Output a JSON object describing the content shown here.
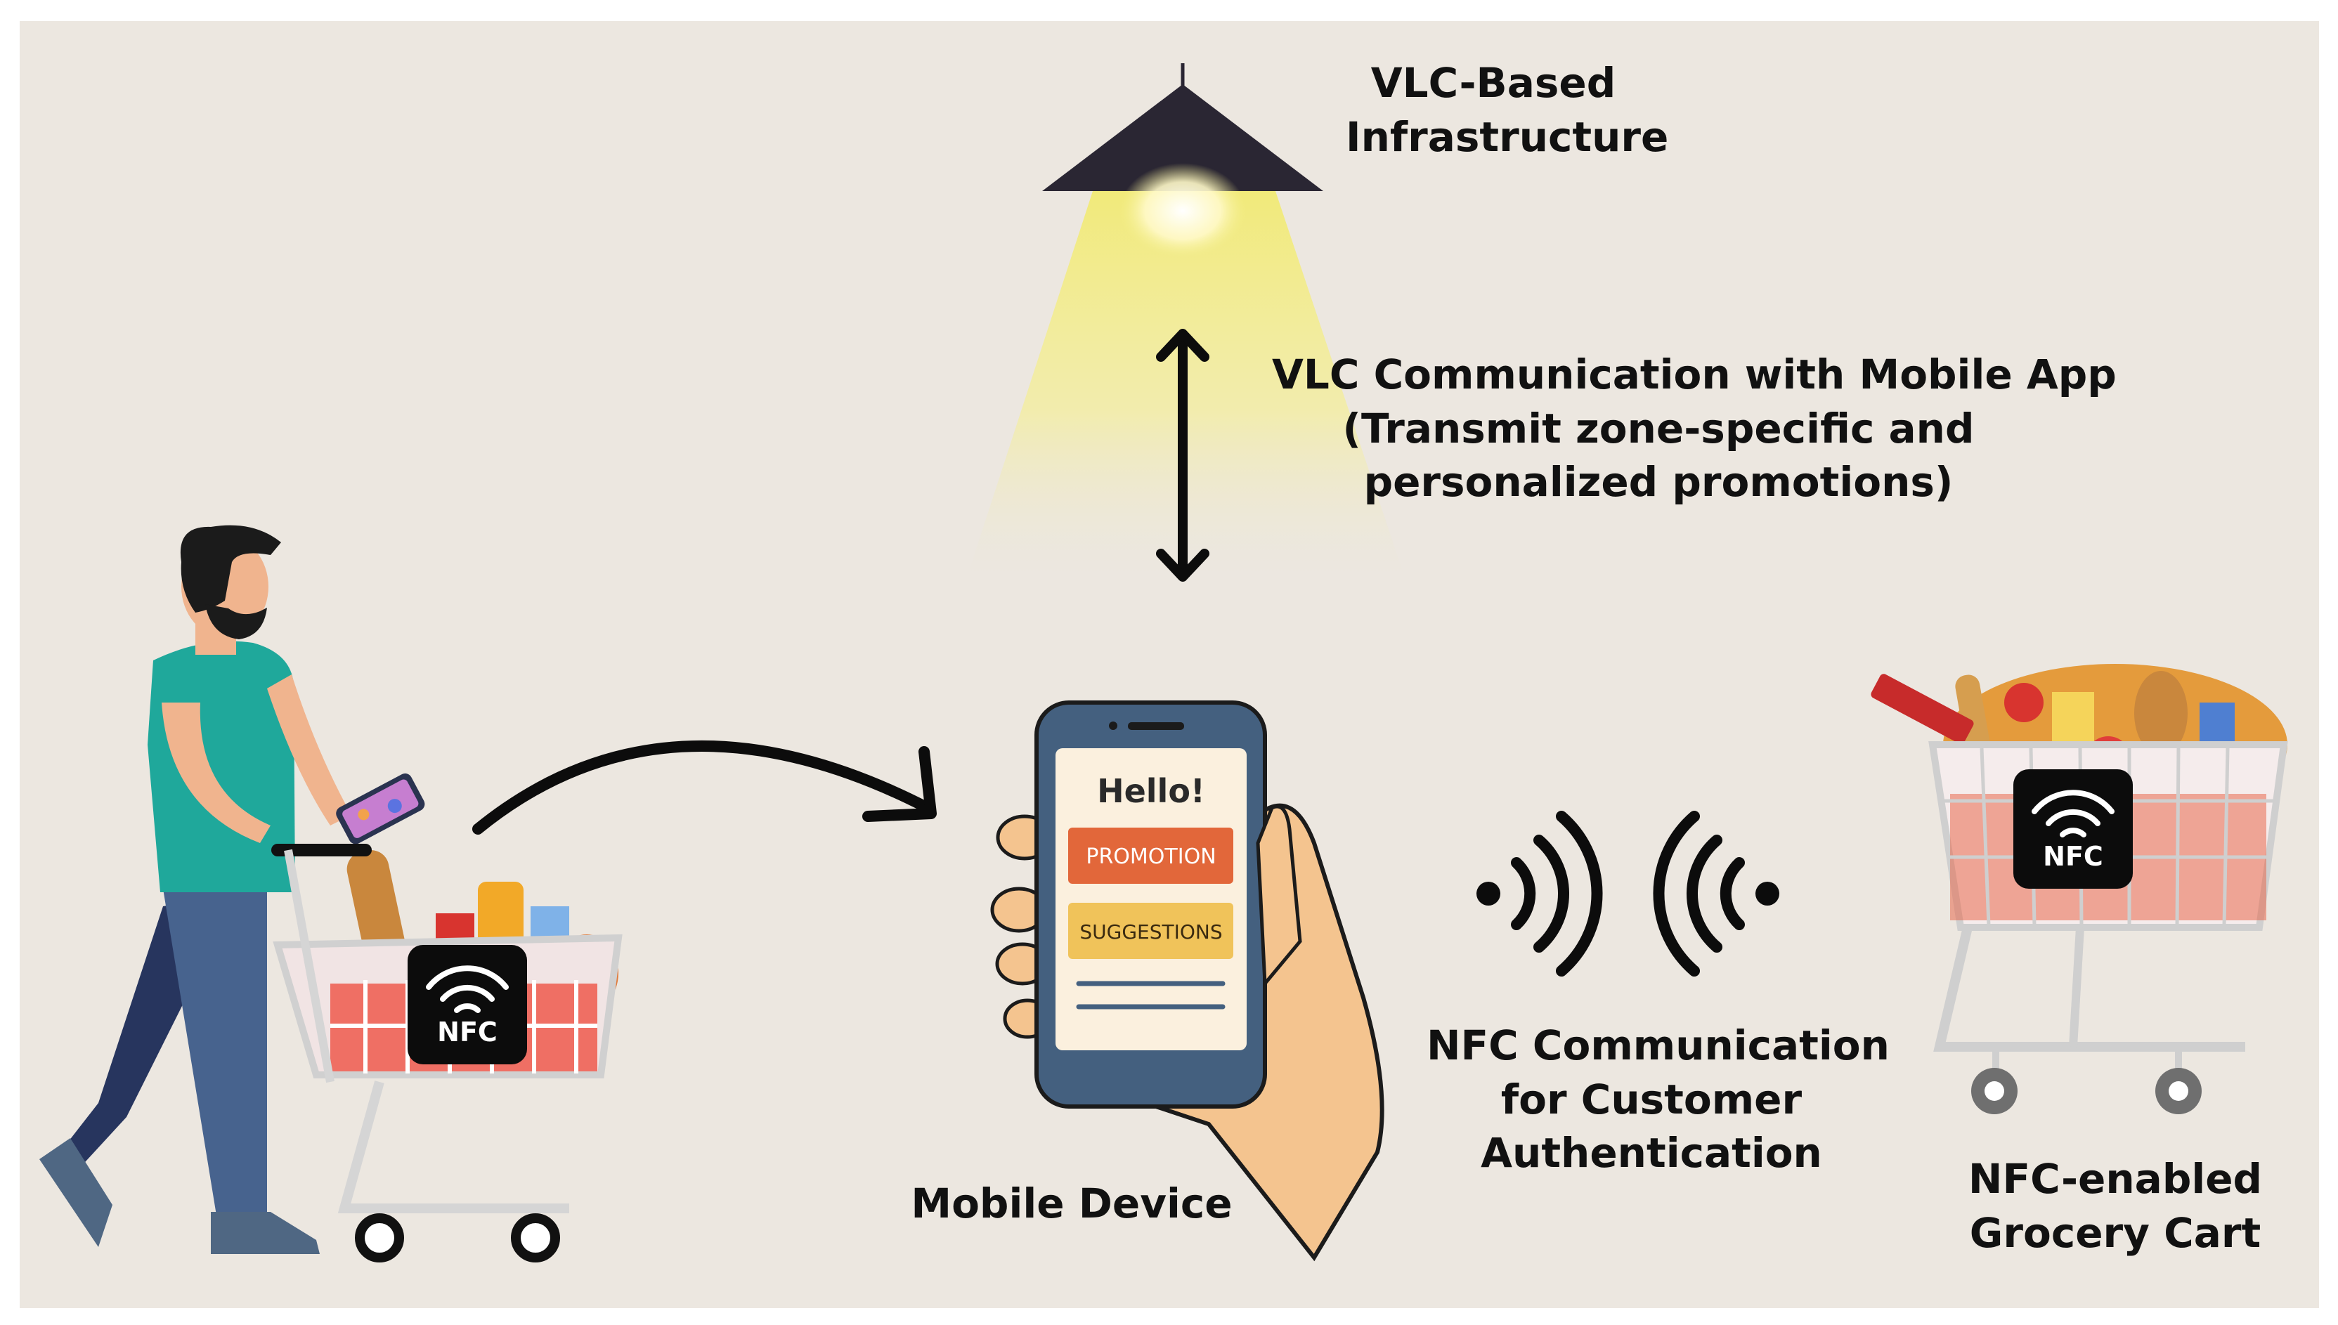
{
  "colors": {
    "background": "#ece7e0",
    "lamp": "#2a2633",
    "light_beam": "#f4ee8c",
    "shirt": "#1fa89b",
    "pants": "#27355e",
    "skin": "#f0b48e",
    "phone_body": "#44607f",
    "promotion": "#e2673a",
    "suggestions": "#f0c35a",
    "nfc_tag": "#0c0c0c",
    "cart": "#d5d5d5"
  },
  "labels": {
    "vlc_infra": [
      "VLC-Based",
      "Infrastructure"
    ],
    "vlc_comm": [
      "VLC Communication with Mobile App",
      "(Transmit zone-specific and",
      "personalized promotions)"
    ],
    "nfc_comm": [
      "NFC Communication",
      "for Customer",
      "Authentication"
    ],
    "mobile_device": "Mobile Device",
    "cart": [
      "NFC-enabled",
      "Grocery Cart"
    ]
  },
  "phone_screen": {
    "greeting": "Hello!",
    "promotion": "PROMOTION",
    "suggestions": "SUGGESTIONS"
  },
  "nfc_badge": "NFC"
}
